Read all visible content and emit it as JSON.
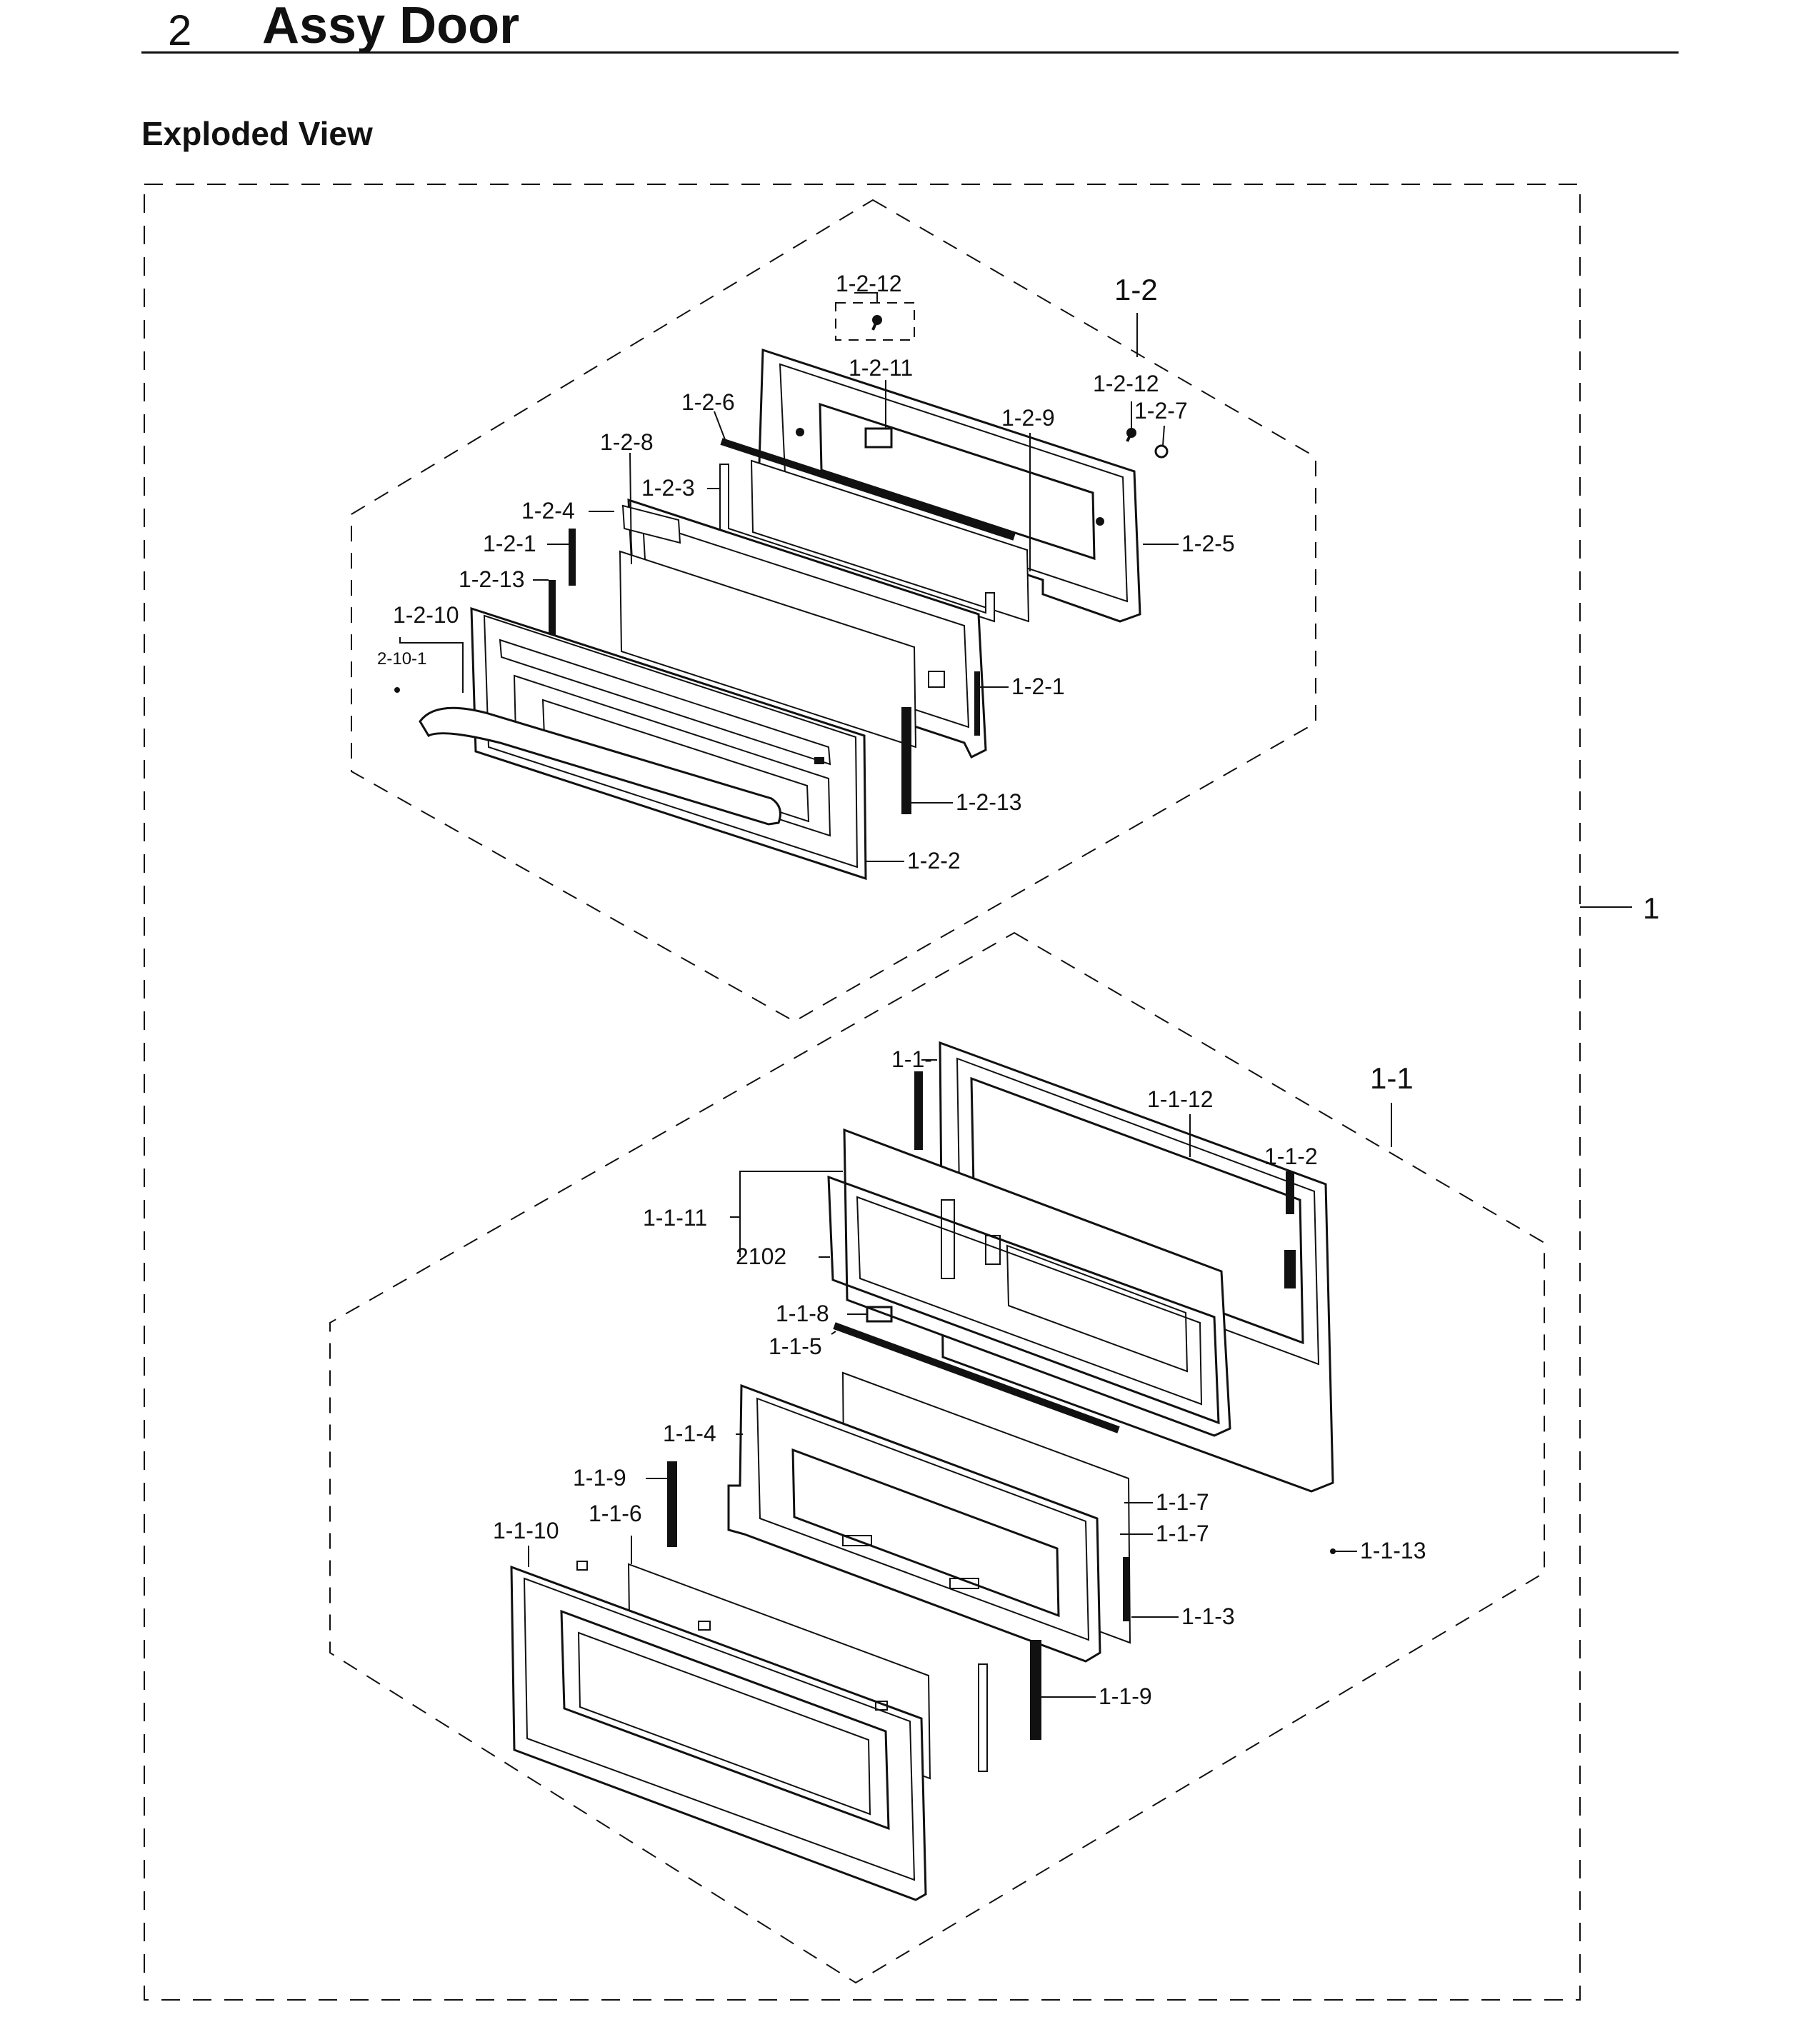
{
  "header": {
    "section_number": "2",
    "section_title": "Assy Door",
    "subtitle": "Exploded View"
  },
  "colors": {
    "ink": "#111111",
    "background": "#ffffff"
  },
  "callouts": {
    "assembly": "1",
    "upper_assembly": "1-2",
    "lower_assembly": "1-1",
    "upper": {
      "c_1_2_12_top": "1-2-12",
      "c_1_2_11": "1-2-11",
      "c_1_2_12_right": "1-2-12",
      "c_1_2_7": "1-2-7",
      "c_1_2_6": "1-2-6",
      "c_1_2_9": "1-2-9",
      "c_1_2_8": "1-2-8",
      "c_1_2_3": "1-2-3",
      "c_1_2_4": "1-2-4",
      "c_1_2_1_left": "1-2-1",
      "c_1_2_13_left": "1-2-13",
      "c_1_2_10": "1-2-10",
      "c_2_10_1": "2-10-1",
      "c_1_2_5": "1-2-5",
      "c_1_2_1_right": "1-2-1",
      "c_1_2_13_right": "1-2-13",
      "c_1_2_2": "1-2-2"
    },
    "lower": {
      "c_1_1_top": "1-1-",
      "c_1_1_12": "1-1-12",
      "c_1_1_2": "1-1-2",
      "c_1_1_11": "1-1-11",
      "c_2102": "2102",
      "c_1_1_8": "1-1-8",
      "c_1_1_5": "1-1-5",
      "c_1_1_4": "1-1-4",
      "c_1_1_9_left": "1-1-9",
      "c_1_1_6": "1-1-6",
      "c_1_1_10": "1-1-10",
      "c_1_1_7_a": "1-1-7",
      "c_1_1_7_b": "1-1-7",
      "c_1_1_13": "1-1-13",
      "c_1_1_3": "1-1-3",
      "c_1_1_9_right": "1-1-9"
    }
  }
}
